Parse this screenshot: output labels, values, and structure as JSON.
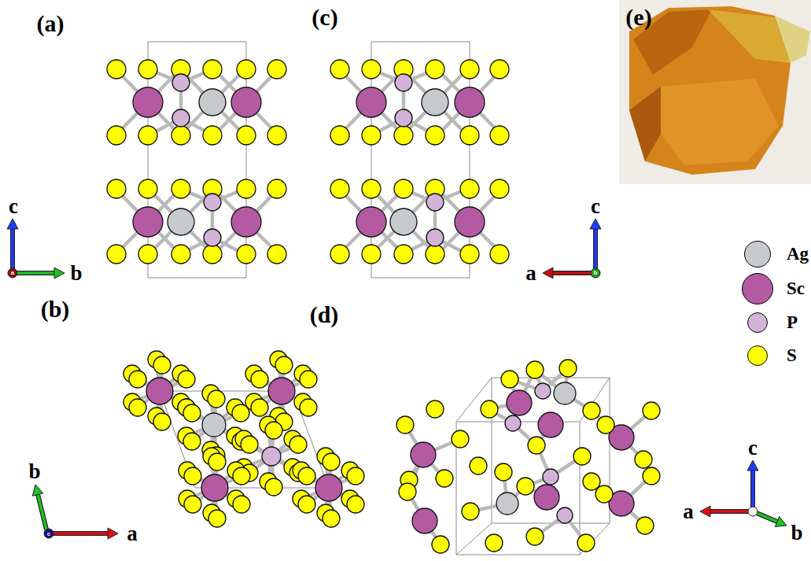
{
  "diagram": {
    "labels": [
      "(a)",
      "(c)",
      "(e)",
      "c",
      "b",
      "a",
      "c",
      "a",
      "b",
      "(b)",
      "(d)",
      "b",
      "a",
      "c",
      "c",
      "a",
      "b"
    ],
    "legend": [
      {
        "text": "Ag",
        "color": "#c6cacd"
      },
      {
        "text": "Sc",
        "color": "#b35aa2"
      },
      {
        "text": "P",
        "color": "#d2b2d6"
      },
      {
        "text": "S",
        "color": "#ffff00"
      }
    ]
  }
}
